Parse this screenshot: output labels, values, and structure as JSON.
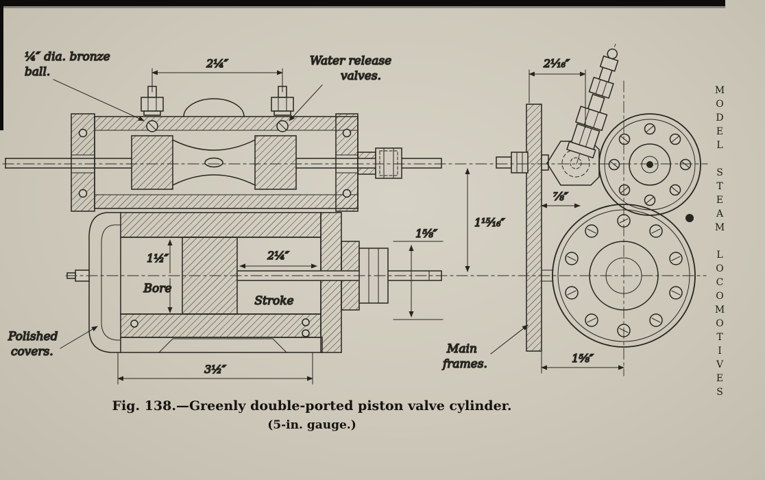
{
  "page": {
    "side_text": "MODEL STEAM LOCOMOTIVES",
    "caption": {
      "line1": "Fig. 138.—Greenly double-ported piston valve cylinder.",
      "line2": "(5-in. gauge.)"
    }
  },
  "labels": {
    "bronze_ball_1": "¼″ dia. bronze",
    "bronze_ball_2": "ball.",
    "water_release_1": "Water release",
    "water_release_2": "valves.",
    "polished_covers_1": "Polished",
    "polished_covers_2": "covers.",
    "main_frames_1": "Main",
    "main_frames_2": "frames.",
    "bore_label": "Bore",
    "stroke_label": "Stroke"
  },
  "dimensions": {
    "valve_spindle_travel": "2¼″",
    "bore": "1½″",
    "stroke": "2¼″",
    "gland_depth": "1⅝″",
    "cylinder_length": "3½″",
    "valve_offset_top": "2¹⁄₁₆″",
    "frame_to_valve": "⅞″",
    "centre_height": "1¹⁵⁄₁₆″",
    "cover_radius": "1⅝″"
  },
  "colors": {
    "paper": "#cfcabd",
    "ink": "#26251f",
    "scan_edge": "#0d0c0a"
  }
}
